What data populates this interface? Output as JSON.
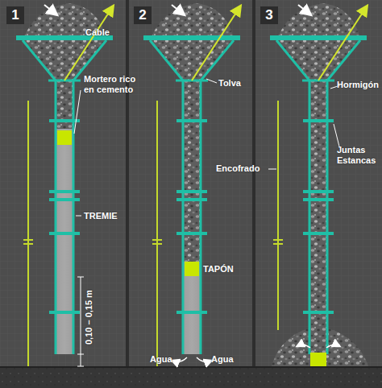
{
  "diagram": {
    "labels": [
      "1",
      "Cable",
      "Mortero rico en cemento",
      "TREMIE",
      "0,10 – 0,15 m",
      "2",
      "Tolva",
      "TAPÓN",
      "Agua",
      "Agua",
      "3",
      "Hormigón",
      "Encofrado",
      "Juntas Estancas"
    ]
  }
}
